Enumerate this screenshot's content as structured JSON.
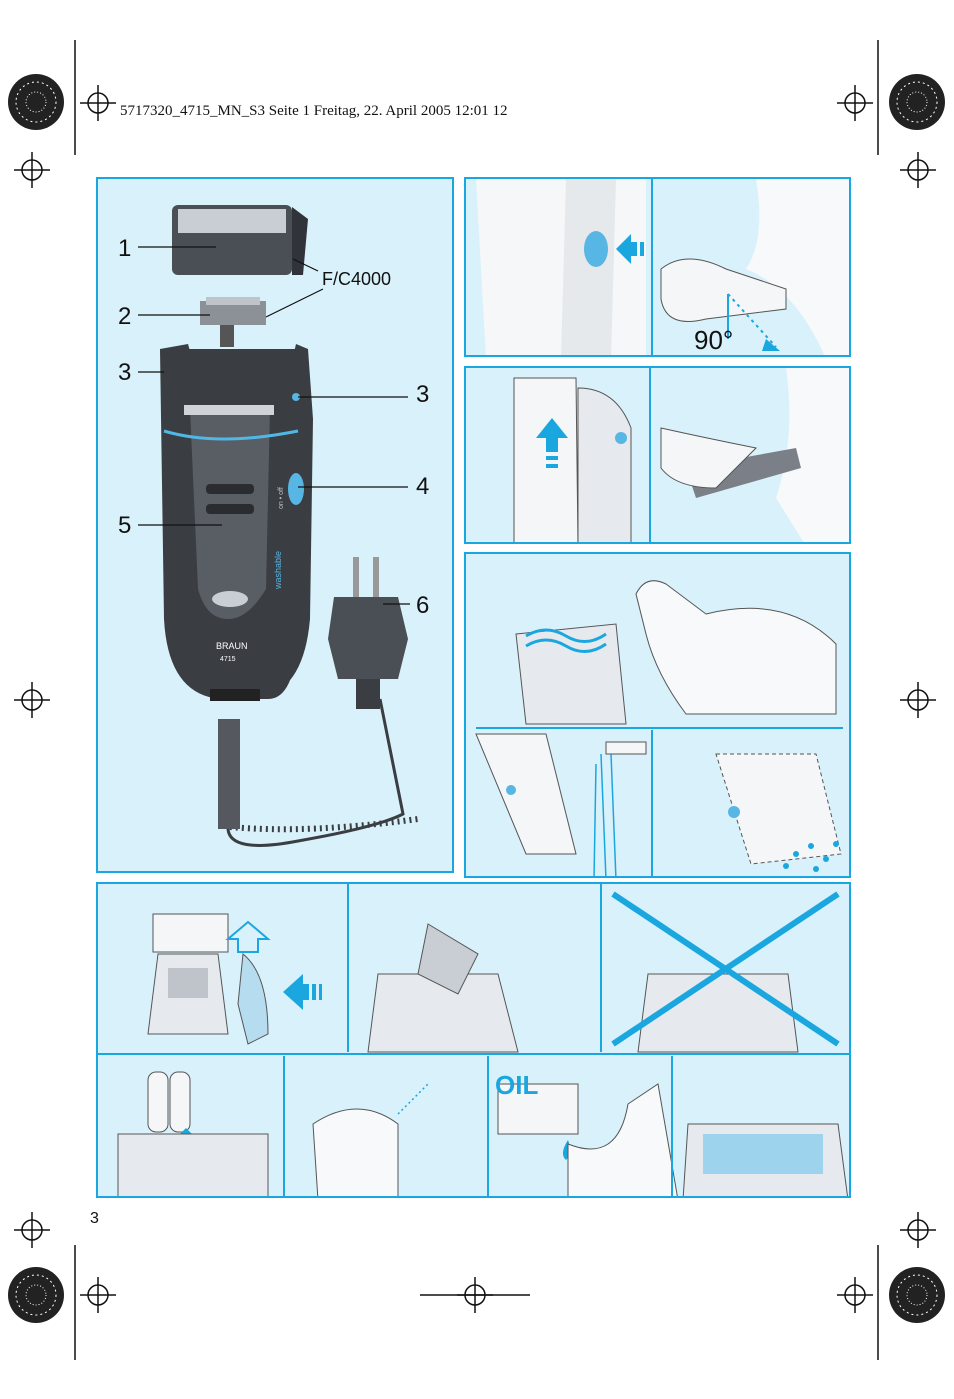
{
  "header": {
    "print_line": "5717320_4715_MN_S3  Seite 1  Freitag, 22. April 2005  12:01 12"
  },
  "page_number": "3",
  "parts": {
    "label_1": "1",
    "label_2": "2",
    "label_3_left": "3",
    "label_3_right": "3",
    "label_4": "4",
    "label_5": "5",
    "label_6": "6",
    "foil_cutter_model": "F/C4000"
  },
  "shaver_markings": {
    "brand": "BRAUN",
    "model": "4715",
    "switch_text": "on • off",
    "washable": "washable"
  },
  "angle_text": "90°",
  "oil_text": "OIL",
  "colors": {
    "panel_bg": "#d9f1fa",
    "accent_blue": "#1aa7e0",
    "shaver_dark": "#3a3d42"
  }
}
